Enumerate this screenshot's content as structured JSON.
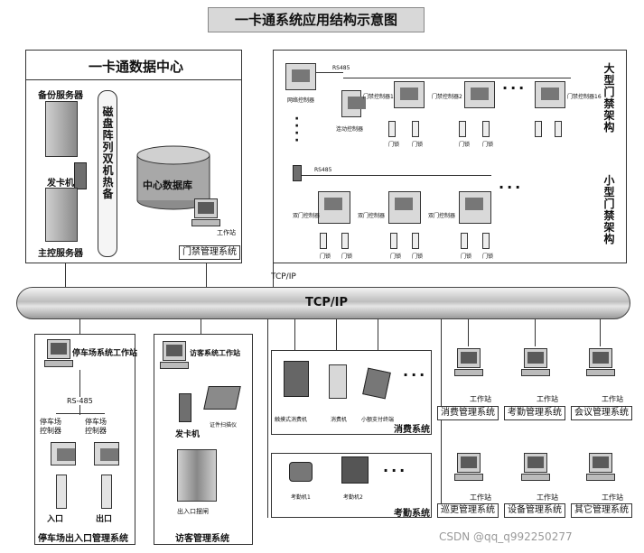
{
  "title": "一卡通系统应用结构示意图",
  "data_center": {
    "heading": "一卡通数据中心",
    "backup_server": "备份服务器",
    "card_issuer": "发卡机",
    "main_server": "主控服务器",
    "disk_array": "磁盘阵列双机热备",
    "central_db": "中心数据库",
    "workstation": "工作站",
    "access_mgmt": "门禁管理系统"
  },
  "access_control": {
    "rs485_top": "RS485",
    "rs485_mid": "RS485",
    "network_controller": "网络控制器",
    "linked_controller": "连动控制器",
    "large_ctrl_1": "门禁控制器1",
    "large_ctrl_2": "门禁控制器2",
    "large_ctrl_n": "门禁控制器16",
    "large_label": "大型门禁架构",
    "dual_ctrl_1": "双门控制器",
    "dual_ctrl_2": "双门控制器",
    "dual_ctrl_3": "双门控制器",
    "small_label": "小型门禁架构",
    "door": "门锁",
    "door2": "门锁"
  },
  "network": {
    "bus_label": "TCP/IP",
    "side_label": "TCP/IP"
  },
  "parking": {
    "workstation": "停车场系统工作站",
    "rs485": "RS-485",
    "controller_1": "停车场控制器",
    "controller_2": "停车场控制器",
    "entrance": "入口",
    "exit": "出口",
    "title": "停车场出入口管理系统"
  },
  "visitor": {
    "workstation": "访客系统工作站",
    "card_issuer": "发卡机",
    "id_reader": "证件扫描仪",
    "gate": "出入口摆闸",
    "title": "访客管理系统"
  },
  "consumption": {
    "pos_1": "触摸式消费机",
    "pos_2": "消费机",
    "pos_3": "小额支付终端",
    "title": "消费系统"
  },
  "attendance": {
    "device_1": "考勤机1",
    "device_2": "考勤机2",
    "title": "考勤系统"
  },
  "workstations": {
    "ws_label": "工作站",
    "consumption_mgmt": "消费管理系统",
    "attendance_mgmt": "考勤管理系统",
    "meeting_mgmt": "会议管理系统",
    "patrol_mgmt": "巡更管理系统",
    "device_mgmt": "设备管理系统",
    "other_mgmt": "其它管理系统"
  },
  "watermark": "CSDN @qq_q992250277"
}
